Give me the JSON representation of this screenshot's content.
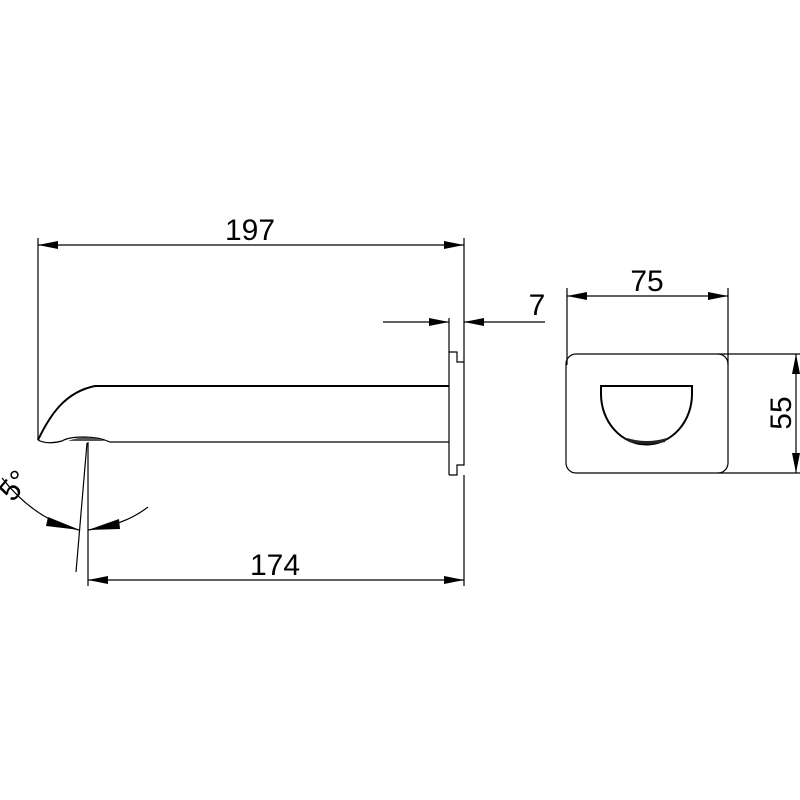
{
  "drawing": {
    "side_view": {
      "overall_length": "197",
      "projection_length": "174",
      "flange_thickness": "7",
      "outlet_angle": "5°"
    },
    "end_view": {
      "width": "75",
      "height": "55"
    },
    "line_color": "#000000"
  }
}
